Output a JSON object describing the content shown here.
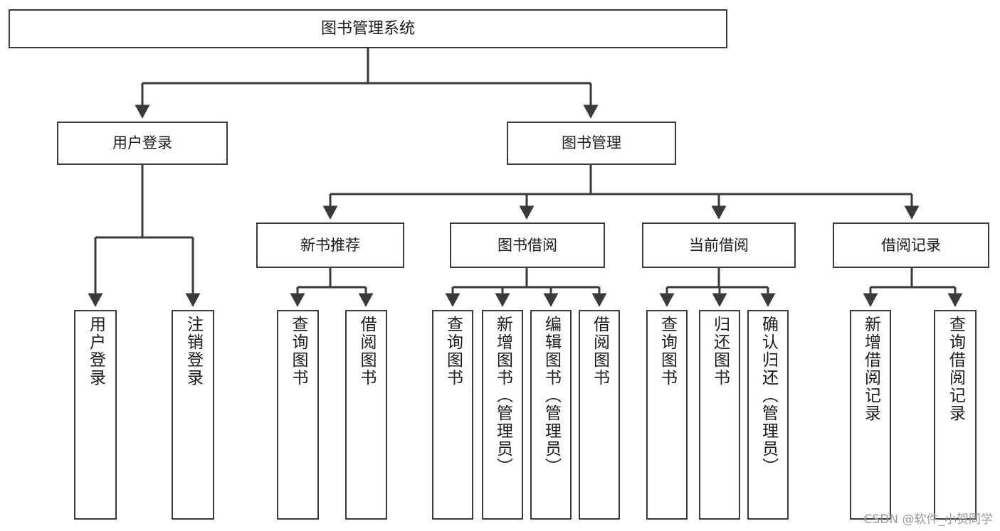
{
  "diagram": {
    "type": "tree",
    "title": "图书管理系统",
    "root": {
      "id": "root",
      "label": "图书管理系统"
    },
    "level2": [
      {
        "id": "user-login",
        "label": "用户登录"
      },
      {
        "id": "book-management",
        "label": "图书管理"
      }
    ],
    "level3": [
      {
        "id": "new-book-recommend",
        "label": "新书推荐",
        "parent": "book-management"
      },
      {
        "id": "book-borrow",
        "label": "图书借阅",
        "parent": "book-management"
      },
      {
        "id": "current-borrow",
        "label": "当前借阅",
        "parent": "book-management"
      },
      {
        "id": "borrow-record",
        "label": "借阅记录",
        "parent": "book-management"
      }
    ],
    "leaves": [
      {
        "id": "leaf-user-login",
        "label": "用户登录",
        "parent": "user-login"
      },
      {
        "id": "leaf-user-logout",
        "label": "注销登录",
        "parent": "user-login"
      },
      {
        "id": "leaf-query-book-1",
        "label": "查询图书",
        "parent": "new-book-recommend"
      },
      {
        "id": "leaf-borrow-book-1",
        "label": "借阅图书",
        "parent": "new-book-recommend"
      },
      {
        "id": "leaf-query-book-2",
        "label": "查询图书",
        "parent": "book-borrow"
      },
      {
        "id": "leaf-add-book",
        "label": "新增图书（管理员）",
        "parent": "book-borrow"
      },
      {
        "id": "leaf-edit-book",
        "label": "编辑图书（管理员）",
        "parent": "book-borrow"
      },
      {
        "id": "leaf-borrow-book-2",
        "label": "借阅图书",
        "parent": "book-borrow"
      },
      {
        "id": "leaf-query-book-3",
        "label": "查询图书",
        "parent": "current-borrow"
      },
      {
        "id": "leaf-return-book",
        "label": "归还图书",
        "parent": "current-borrow"
      },
      {
        "id": "leaf-confirm-return",
        "label": "确认归还（管理员）",
        "parent": "current-borrow"
      },
      {
        "id": "leaf-add-record",
        "label": "新增借阅记录",
        "parent": "borrow-record"
      },
      {
        "id": "leaf-query-record",
        "label": "查询借阅记录",
        "parent": "borrow-record"
      }
    ]
  },
  "watermark": {
    "text": "CSDN @软件_小贺同学"
  },
  "colors": {
    "stroke": "#3a3a3a",
    "text": "#1b1b1b",
    "background": "#ffffff",
    "watermark": "#9a9a9a"
  }
}
